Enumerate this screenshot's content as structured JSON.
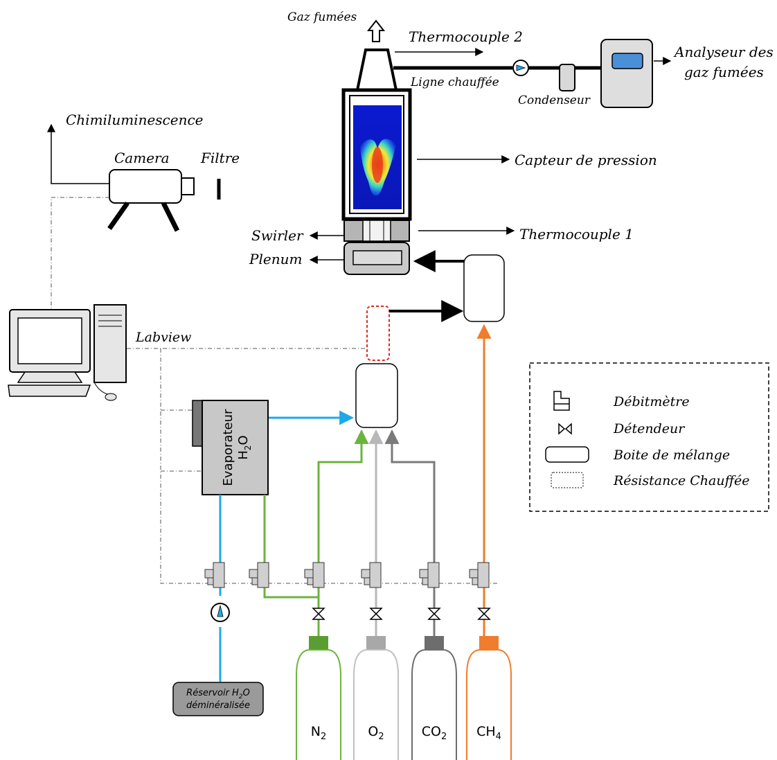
{
  "labels": {
    "gaz_fumees": "Gaz fumées",
    "thermocouple2": "Thermocouple 2",
    "ligne_chauffee": "Ligne chauffée",
    "condenseur": "Condenseur",
    "analyseur_line1": "Analyseur des",
    "analyseur_line2": "gaz fumées",
    "chimiluminescence": "Chimiluminescence",
    "camera": "Camera",
    "filtre": "Filtre",
    "capteur_pression": "Capteur de pression",
    "swirler": "Swirler",
    "thermocouple1": "Thermocouple 1",
    "plenum": "Plenum",
    "labview": "Labview",
    "evaporateur_line1": "Evaporateur",
    "evaporateur_line2": "H",
    "evaporateur_sub": "2",
    "evaporateur_tail": "O",
    "reservoir_line1a": "Réservoir H",
    "reservoir_sub": "2",
    "reservoir_line1b": "O",
    "reservoir_line2": "déminéralisée"
  },
  "bottles": [
    {
      "main": "N",
      "sub": "2",
      "color": "#6cb33f",
      "cap": "#5a9e32"
    },
    {
      "main": "O",
      "sub": "2",
      "color": "#c0c0c0",
      "cap": "#a8a8a8"
    },
    {
      "main": "CO",
      "sub": "2",
      "color": "#6d6d6d",
      "cap": "#6d6d6d"
    },
    {
      "main": "CH",
      "sub": "4",
      "color": "#ef7d2d",
      "cap": "#ef7d2d"
    }
  ],
  "legend": {
    "items": [
      {
        "icon": "flowmeter-icon",
        "label": "Débitmètre"
      },
      {
        "icon": "pressure-reducer-icon",
        "label": "Détendeur"
      },
      {
        "icon": "mixing-box-icon",
        "label": "Boite de mélange"
      },
      {
        "icon": "heated-resistance-icon",
        "label": "Résistance Chauffée"
      }
    ]
  },
  "colors": {
    "water_line": "#1fa8e8",
    "n2_line": "#6cb33f",
    "o2_line": "#b8b8b8",
    "co2_line": "#7a7a7a",
    "ch4_line": "#ef7d2d",
    "resistance": "#e0261b",
    "device_grey": "#c8c8c8"
  }
}
